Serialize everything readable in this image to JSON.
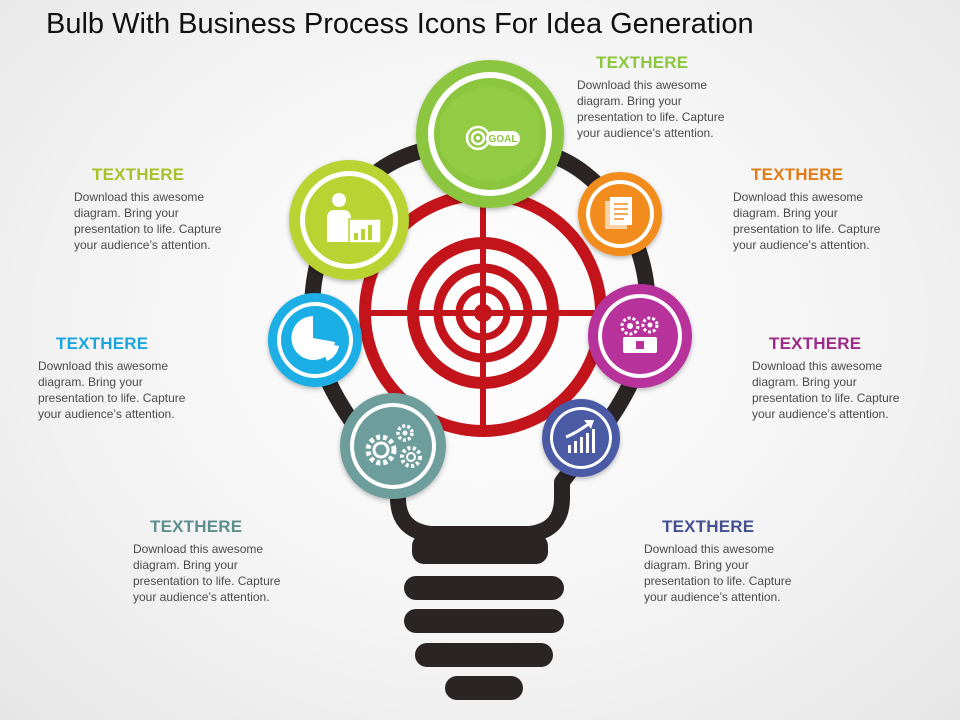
{
  "title": "Bulb With Business Process Icons For Idea Generation",
  "colors": {
    "bulb_outline": "#2b2424",
    "target_red": "#c3141b",
    "goal_green": "#8cc63f",
    "presenter_lime": "#b9d432",
    "document_orange": "#f28c1e",
    "pie_blue": "#1aaee5",
    "machine_magenta": "#b8329b",
    "gears_teal": "#6e9e9c",
    "growth_indigo": "#4b5aa5"
  },
  "icons": {
    "goal": "goal-target-icon",
    "presenter": "presenter-chart-icon",
    "document": "document-icon",
    "pie": "pie-chart-icon",
    "machine": "gear-machine-icon",
    "gears": "gears-icon",
    "growth": "growth-chart-icon"
  },
  "goal_label": "GOAL",
  "blocks": {
    "top": {
      "heading": "TEXTHERE",
      "color": "#8cc63f",
      "lines": [
        "Download  this awesome",
        "diagram.  Bring your",
        "presentation to life. Capture",
        "your audience’s  attention."
      ]
    },
    "upper_left": {
      "heading": "TEXTHERE",
      "color": "#a8c12a",
      "lines": [
        "Download  this awesome",
        "diagram.  Bring your",
        "presentation to life. Capture",
        "your audience’s  attention."
      ]
    },
    "upper_right": {
      "heading": "TEXTHERE",
      "color": "#e07b16",
      "lines": [
        "Download  this awesome",
        "diagram.  Bring your",
        "presentation to life. Capture",
        "your audience’s  attention."
      ]
    },
    "middle_left": {
      "heading": "TEXTHERE",
      "color": "#1aa6dc",
      "lines": [
        "Download  this awesome",
        "diagram.  Bring your",
        "presentation to life. Capture",
        "your audience’s  attention."
      ]
    },
    "middle_right": {
      "heading": "TEXTHERE",
      "color": "#9c2a86",
      "lines": [
        "Download  this awesome",
        "diagram.  Bring your",
        "presentation to life. Capture",
        "your audience’s  attention."
      ]
    },
    "lower_left": {
      "heading": "TEXTHERE",
      "color": "#5e8f8d",
      "lines": [
        "Download  this awesome",
        "diagram.  Bring your",
        "presentation to life. Capture",
        "your audience’s  attention."
      ]
    },
    "lower_right": {
      "heading": "TEXTHERE",
      "color": "#44508f",
      "lines": [
        "Download  this awesome",
        "diagram.  Bring your",
        "presentation to life. Capture",
        "your audience’s  attention."
      ]
    }
  }
}
